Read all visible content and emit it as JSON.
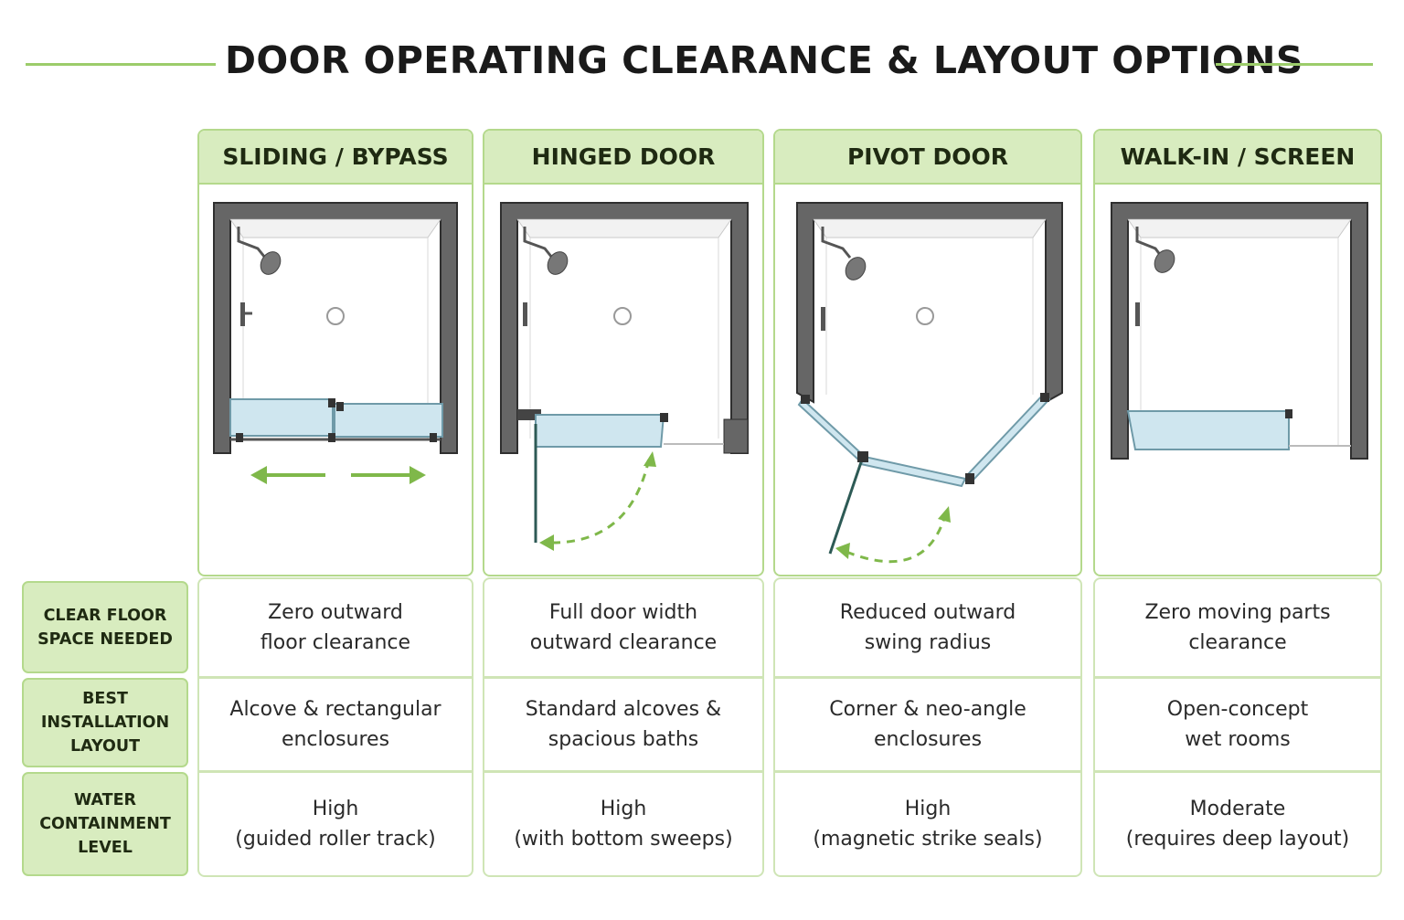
{
  "title": "DOOR OPERATING CLEARANCE & LAYOUT OPTIONS",
  "columns": [
    {
      "label": "SLIDING / BYPASS"
    },
    {
      "label": "HINGED DOOR"
    },
    {
      "label": "PIVOT DOOR"
    },
    {
      "label": "WALK-IN / SCREEN"
    }
  ],
  "rows": [
    {
      "label": "CLEAR FLOOR\nSPACE NEEDED",
      "cells": [
        "Zero outward\nfloor clearance",
        "Full door width\noutward clearance",
        "Reduced outward\nswing radius",
        "Zero moving parts\nclearance"
      ]
    },
    {
      "label": "BEST INSTALLATION\nLAYOUT",
      "cells": [
        "Alcove & rectangular\nenclosures",
        "Standard alcoves &\nspacious baths",
        "Corner & neo-angle\nenclosures",
        "Open-concept\nwet rooms"
      ]
    },
    {
      "label": "WATER\nCONTAINMENT LEVEL",
      "cells": [
        "High\n(guided roller track)",
        "High\n(with bottom sweeps)",
        "High\n(magnetic strike seals)",
        "Moderate\n(requires deep layout)"
      ]
    }
  ],
  "colors": {
    "accent_green": "#9ccc6a",
    "header_fill": "#d8ecbf",
    "border_green": "#b4d98c",
    "wall": "#5a5a5a",
    "glass": "#cfe6ef",
    "door_line": "#2d5a55",
    "arrow": "#7fb84a"
  },
  "icons": [
    "shower-head-icon",
    "faucet-icon",
    "drain-icon",
    "slide-arrow-icon",
    "swing-arrow-icon"
  ]
}
